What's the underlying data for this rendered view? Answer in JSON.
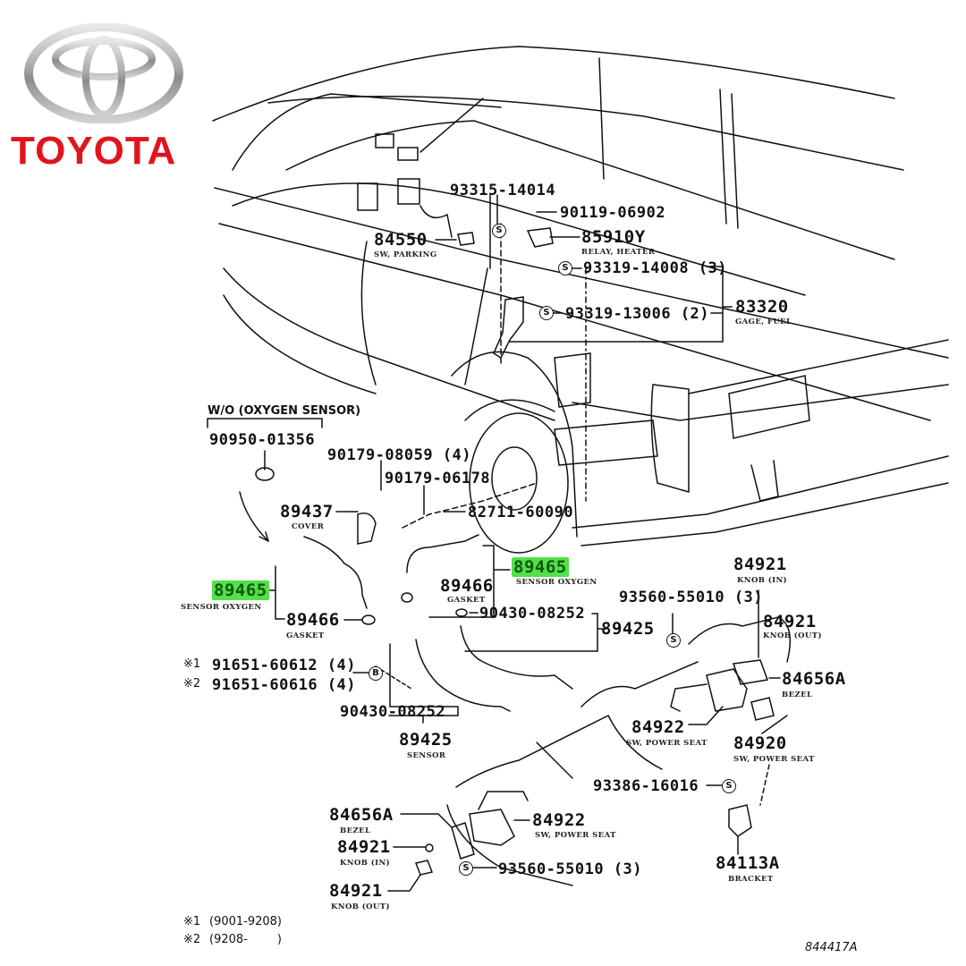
{
  "brand": {
    "name": "TOYOTA",
    "color": "#e0141e"
  },
  "highlight_color": "#53e04a",
  "diagram_id": "844417A",
  "header_note": "W/O (OXYGEN SENSOR)",
  "parts": [
    {
      "id": "p93315",
      "number": "93315-14014",
      "desc": ""
    },
    {
      "id": "p90119",
      "number": "90119-06902",
      "desc": ""
    },
    {
      "id": "p84550",
      "number": "84550",
      "desc": "SW, PARKING"
    },
    {
      "id": "p85910",
      "number": "85910Y",
      "desc": "RELAY, HEATER"
    },
    {
      "id": "p93319a",
      "number": "93319-14008 (3)",
      "desc": ""
    },
    {
      "id": "p93319b",
      "number": "93319-13006 (2)",
      "desc": ""
    },
    {
      "id": "p83320",
      "number": "83320",
      "desc": "GAGE, FUEL"
    },
    {
      "id": "p90950",
      "number": "90950-01356",
      "desc": ""
    },
    {
      "id": "p90179a",
      "number": "90179-08059 (4)",
      "desc": ""
    },
    {
      "id": "p90179b",
      "number": "90179-06178",
      "desc": ""
    },
    {
      "id": "p89437",
      "number": "89437",
      "desc": "COVER"
    },
    {
      "id": "p82711",
      "number": "82711-60090",
      "desc": ""
    },
    {
      "id": "p89465r",
      "number": "89465",
      "desc": "SENSOR OXYGEN",
      "highlighted": true
    },
    {
      "id": "p89466r",
      "number": "89466",
      "desc": "GASKET"
    },
    {
      "id": "p89465l",
      "number": "89465",
      "desc": "SENSOR OXYGEN",
      "highlighted": true
    },
    {
      "id": "p89466l",
      "number": "89466",
      "desc": "GASKET"
    },
    {
      "id": "p90430r",
      "number": "90430-08252",
      "desc": ""
    },
    {
      "id": "p89425r",
      "number": "89425",
      "desc": ""
    },
    {
      "id": "p93560t",
      "number": "93560-55010 (3)",
      "desc": ""
    },
    {
      "id": "p84921t1",
      "number": "84921",
      "desc": "KNOB (IN)"
    },
    {
      "id": "p84921t2",
      "number": "84921",
      "desc": "KNOB (OUT)"
    },
    {
      "id": "p84656r",
      "number": "84656A",
      "desc": "BEZEL"
    },
    {
      "id": "p91651a",
      "number": "91651-60612 (4)",
      "prefix": "※1",
      "desc": ""
    },
    {
      "id": "p91651b",
      "number": "91651-60616 (4)",
      "prefix": "※2",
      "desc": ""
    },
    {
      "id": "p90430l",
      "number": "90430-08252",
      "desc": ""
    },
    {
      "id": "p89425l",
      "number": "89425",
      "desc": "SENSOR"
    },
    {
      "id": "p84922r",
      "number": "84922",
      "desc": "SW, POWER SEAT"
    },
    {
      "id": "p84920",
      "number": "84920",
      "desc": "SW, POWER SEAT"
    },
    {
      "id": "p93386",
      "number": "93386-16016",
      "desc": ""
    },
    {
      "id": "p84656l",
      "number": "84656A",
      "desc": "BEZEL"
    },
    {
      "id": "p84922l",
      "number": "84922",
      "desc": "SW, POWER SEAT"
    },
    {
      "id": "p84921b1",
      "number": "84921",
      "desc": "KNOB (IN)"
    },
    {
      "id": "p93560b",
      "number": "93560-55010 (3)",
      "desc": ""
    },
    {
      "id": "p84113",
      "number": "84113A",
      "desc": "BRACKET"
    },
    {
      "id": "p84921b2",
      "number": "84921",
      "desc": "KNOB (OUT)"
    }
  ],
  "footnotes": [
    {
      "mark": "※1",
      "text": "(9001-9208)"
    },
    {
      "mark": "※2",
      "text": "(9208-        )"
    }
  ],
  "symbols": {
    "screw": "S",
    "bolt": "B"
  }
}
